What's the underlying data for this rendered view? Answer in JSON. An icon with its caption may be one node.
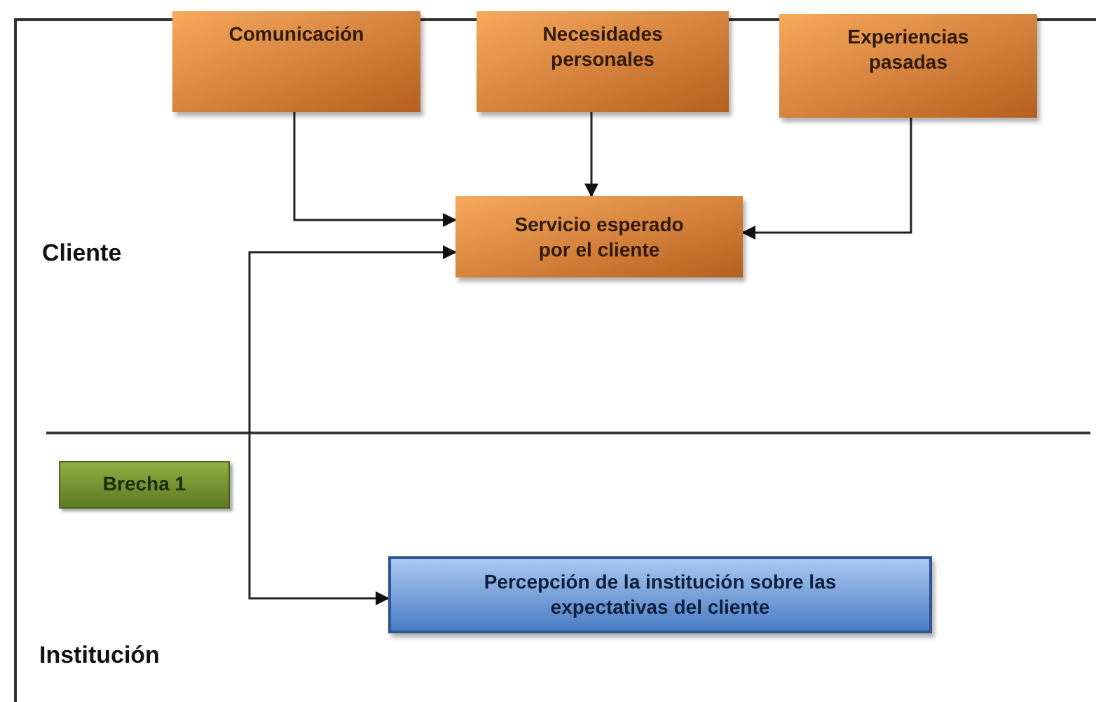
{
  "diagram": {
    "nodes": [
      {
        "text": [
          "Comunicación"
        ]
      },
      {
        "text": [
          "Necesidades personales"
        ]
      },
      {
        "text": [
          "Experiencias pasadas"
        ]
      },
      {
        "text": [
          "Servicio esperado por el cliente"
        ]
      },
      {
        "text": [
          "Brecha 1"
        ]
      },
      {
        "text": [
          "Percepción de la institución sobre las expectativas del cliente"
        ]
      }
    ],
    "edges": [
      {
        "from": 0,
        "to": 3,
        "arrow": "to"
      },
      {
        "from": 1,
        "to": 3,
        "arrow": "to"
      },
      {
        "from": 2,
        "to": 3,
        "arrow": "to"
      },
      {
        "from": 3,
        "to": 5,
        "arrow": "both"
      }
    ],
    "labels": [
      "Cliente",
      "Institución"
    ]
  }
}
